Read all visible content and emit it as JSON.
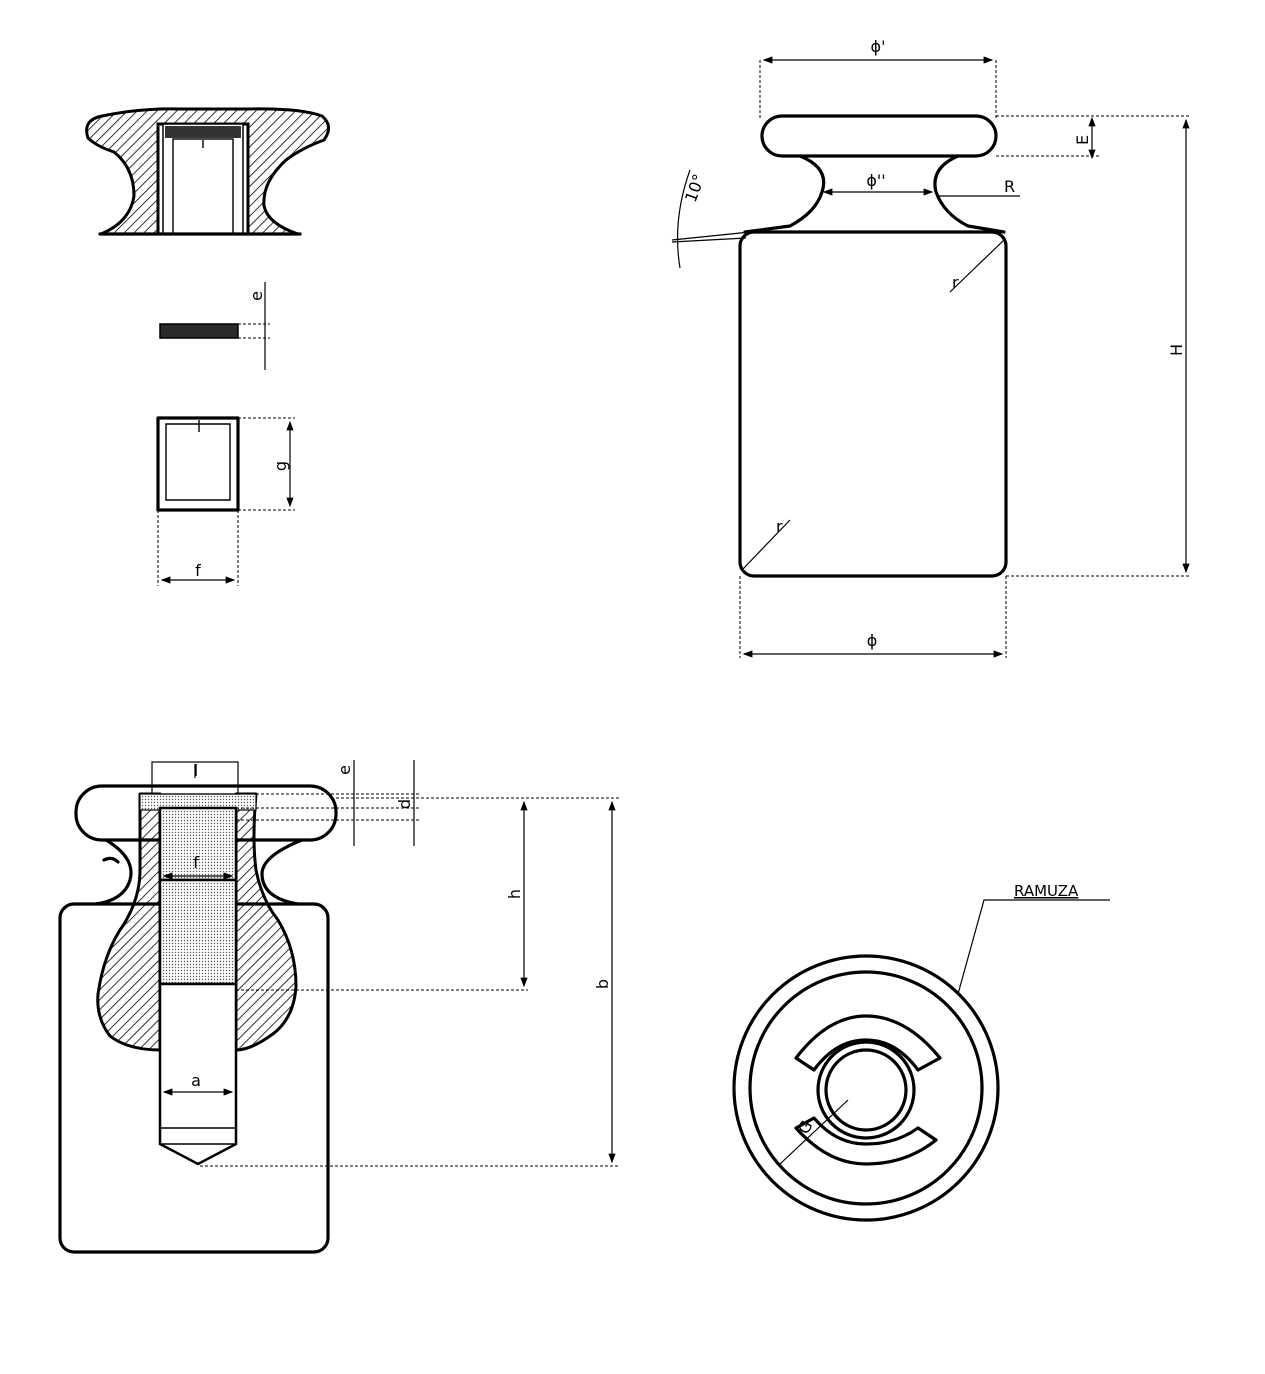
{
  "labels": {
    "top_diameter": "ϕ'",
    "neck_diameter": "ϕ''",
    "top_height": "E",
    "neck_radius": "R",
    "angle": "10°",
    "corner_radius_top": "r",
    "corner_radius_bottom": "r",
    "height": "H",
    "body_diameter": "ϕ",
    "plug_thickness": "e",
    "insert_height": "g",
    "insert_width": "f",
    "bore_width": "l",
    "sec_e": "e",
    "sec_d": "d",
    "sec_h": "h",
    "sec_b": "b",
    "sec_f": "f",
    "sec_a": "a",
    "ring_label": "RAMUZA",
    "plan_radius": "G"
  },
  "colors": {
    "line": "#000000",
    "background": "#ffffff"
  }
}
